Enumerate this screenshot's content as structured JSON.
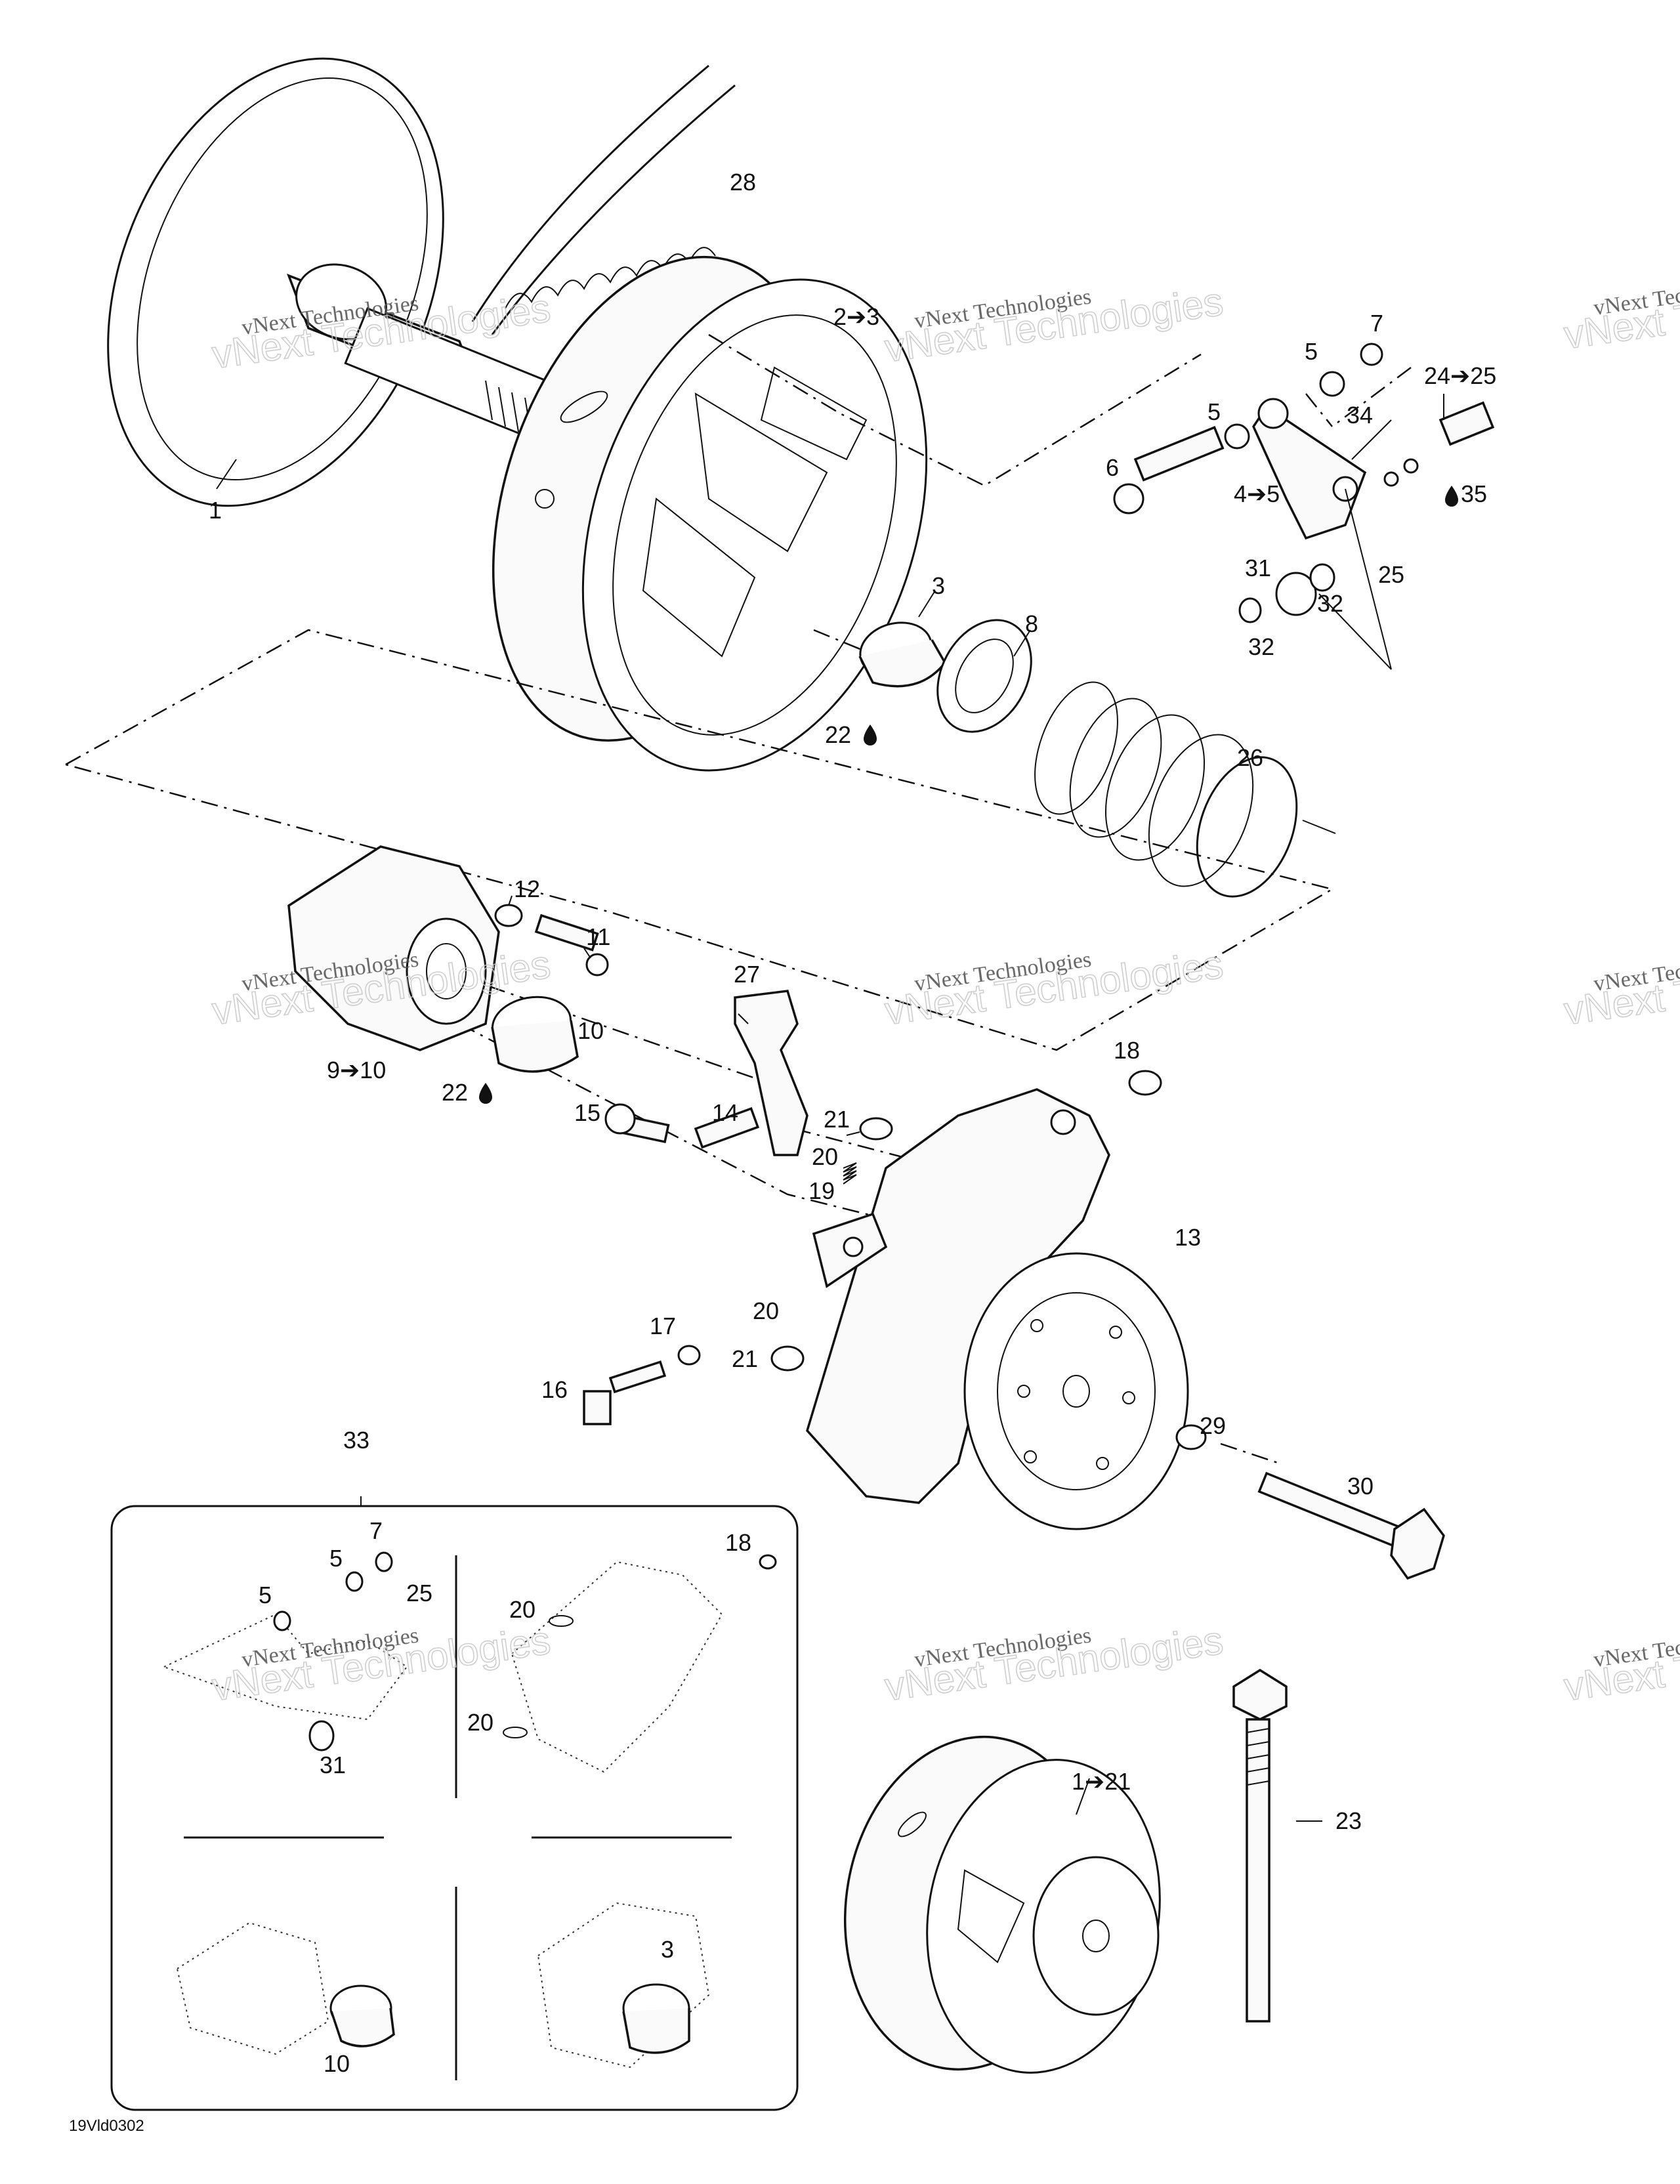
{
  "drawing_code": "19Vld0302",
  "callouts": {
    "c1": "1",
    "c28": "28",
    "c2_3": "2➔3",
    "c7a": "7",
    "c5a": "5",
    "c24_25": "24➔25",
    "c5b": "5",
    "c34": "34",
    "c6": "6",
    "c4_5": "4➔5",
    "c35": "35",
    "c25a": "25",
    "c31a": "31",
    "c32a": "32",
    "c32b": "32",
    "c3a": "3",
    "c8": "8",
    "c22a": "22",
    "c26": "26",
    "c12": "12",
    "c11": "11",
    "c27": "27",
    "c10a": "10",
    "c9_10": "9➔10",
    "c22b": "22",
    "c18a": "18",
    "c15": "15",
    "c14": "14",
    "c21a": "21",
    "c20a": "20",
    "c19": "19",
    "c13": "13",
    "c20b": "20",
    "c17": "17",
    "c21b": "21",
    "c16": "16",
    "c29": "29",
    "c30": "30",
    "c33": "33",
    "c7b": "7",
    "c5c": "5",
    "c18b": "18",
    "c5d": "5",
    "c25b": "25",
    "c20c": "20",
    "c20d": "20",
    "c31b": "31",
    "c1_21": "1➔21",
    "c23": "23",
    "c3b": "3",
    "c10b": "10"
  },
  "watermarks": [
    {
      "line1": "vNext Technologies",
      "line2": "vNext Technologies"
    }
  ]
}
